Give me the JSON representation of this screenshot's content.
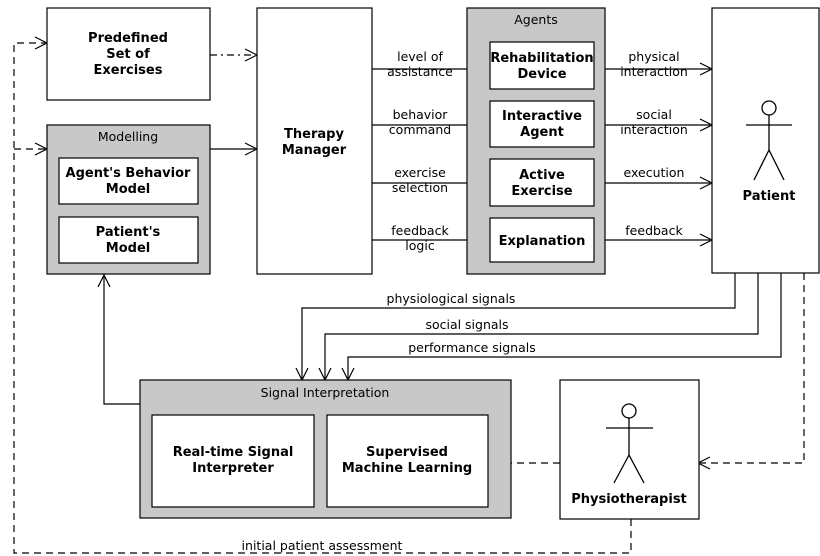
{
  "boxes": {
    "predefined": [
      "Predefined",
      "Set of",
      "Exercises"
    ],
    "modelling_title": "Modelling",
    "agent_behavior_model": [
      "Agent's Behavior",
      "Model"
    ],
    "patient_model": [
      "Patient's",
      "Model"
    ],
    "therapy_manager": [
      "Therapy",
      "Manager"
    ],
    "agents_title": "Agents",
    "rehab_device": [
      "Rehabilitation",
      "Device"
    ],
    "interactive_agent": [
      "Interactive",
      "Agent"
    ],
    "active_exercise": [
      "Active",
      "Exercise"
    ],
    "explanation": "Explanation",
    "patient": "Patient",
    "signal_title": "Signal Interpretation",
    "realtime": [
      "Real-time Signal",
      "Interpreter"
    ],
    "supervised": [
      "Supervised",
      "Machine Learning"
    ],
    "physiotherapist": "Physiotherapist"
  },
  "edges": {
    "level_of_assistance": [
      "level of",
      "assistance"
    ],
    "behavior_command": [
      "behavior",
      "command"
    ],
    "exercise_selection": [
      "exercise",
      "selection"
    ],
    "feedback_logic": [
      "feedback",
      "logic"
    ],
    "physical_interaction": [
      "physical",
      "interaction"
    ],
    "social_interaction": [
      "social",
      "interaction"
    ],
    "execution": "execution",
    "feedback": "feedback",
    "physiological_signals": "physiological signals",
    "social_signals": "social signals",
    "performance_signals": "performance signals",
    "initial_assessment": "initial patient assessment"
  }
}
